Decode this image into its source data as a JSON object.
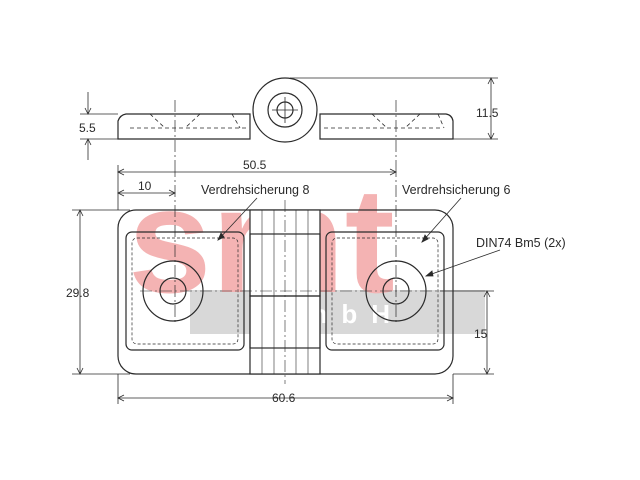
{
  "watermark": {
    "logo_text": "smt",
    "subtext": "GmbH",
    "logo_color": "#f4b3b3",
    "band_color": "#d8d8d8"
  },
  "dimensions": {
    "side_thickness": "5.5",
    "side_height": "11.5",
    "hole_spacing": "50.5",
    "edge_to_hole": "10",
    "height": "29.8",
    "half_height": "15",
    "width": "60.6"
  },
  "callouts": {
    "left_anti_rotation": "Verdrehsicherung 8",
    "right_anti_rotation": "Verdrehsicherung 6",
    "screw_spec": "DIN74 Bm5 (2x)"
  },
  "colors": {
    "line": "#2a2a2a",
    "background": "#ffffff"
  }
}
